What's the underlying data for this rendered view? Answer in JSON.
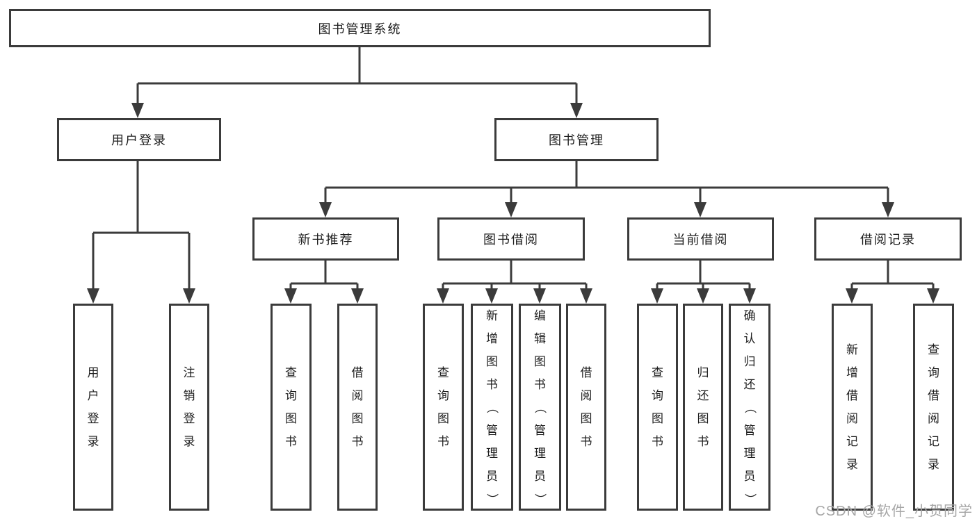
{
  "colors": {
    "line": "#3b3b3b",
    "border": "#3b3b3b",
    "text": "#1e1e1e",
    "watermark": "#a6a6a6",
    "background": "#ffffff"
  },
  "watermark": {
    "text": "CSDN @软件_小贺同学"
  },
  "tree": {
    "root": {
      "label": "图书管理系统",
      "children": [
        {
          "label": "用户登录",
          "children": [
            {
              "label": "用户登录"
            },
            {
              "label": "注销登录"
            }
          ]
        },
        {
          "label": "图书管理",
          "children": [
            {
              "label": "新书推荐",
              "children": [
                {
                  "label": "查询图书"
                },
                {
                  "label": "借阅图书"
                }
              ]
            },
            {
              "label": "图书借阅",
              "children": [
                {
                  "label": "查询图书"
                },
                {
                  "label": "新增图书（管理员）"
                },
                {
                  "label": "编辑图书（管理员）"
                },
                {
                  "label": "借阅图书"
                }
              ]
            },
            {
              "label": "当前借阅",
              "children": [
                {
                  "label": "查询图书"
                },
                {
                  "label": "归还图书"
                },
                {
                  "label": "确认归还（管理员）"
                }
              ]
            },
            {
              "label": "借阅记录",
              "children": [
                {
                  "label": "新增借阅记录"
                },
                {
                  "label": "查询借阅记录"
                }
              ]
            }
          ]
        }
      ]
    }
  }
}
